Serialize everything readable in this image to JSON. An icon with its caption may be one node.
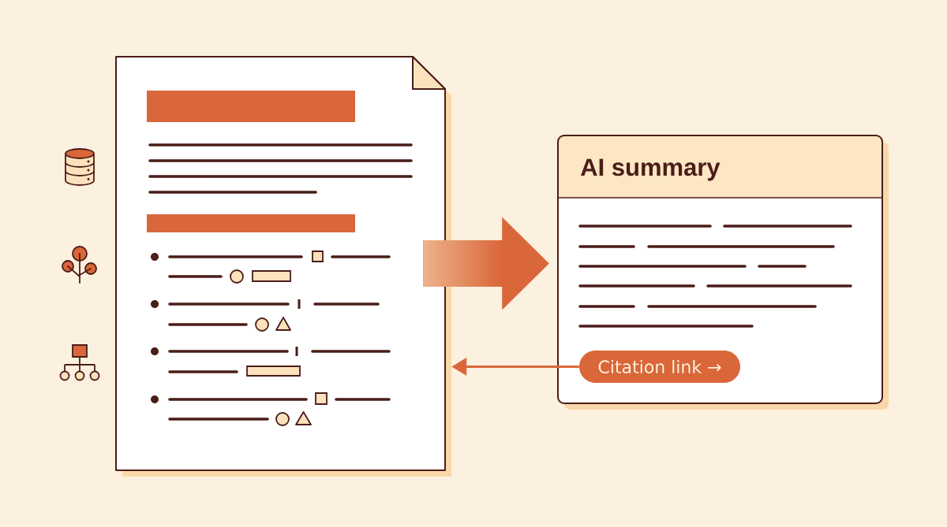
{
  "diagram": {
    "nodes": [
      {
        "text": [],
        "shape": "document"
      },
      {
        "text": [
          "AI summary"
        ]
      },
      {
        "text": [
          "Citation link →"
        ],
        "in": 1
      }
    ],
    "edges": [
      {
        "from": 0,
        "to": 1,
        "arrow": "to",
        "style": "thick"
      },
      {
        "from": 2,
        "to": 0,
        "arrow": "to"
      }
    ]
  }
}
